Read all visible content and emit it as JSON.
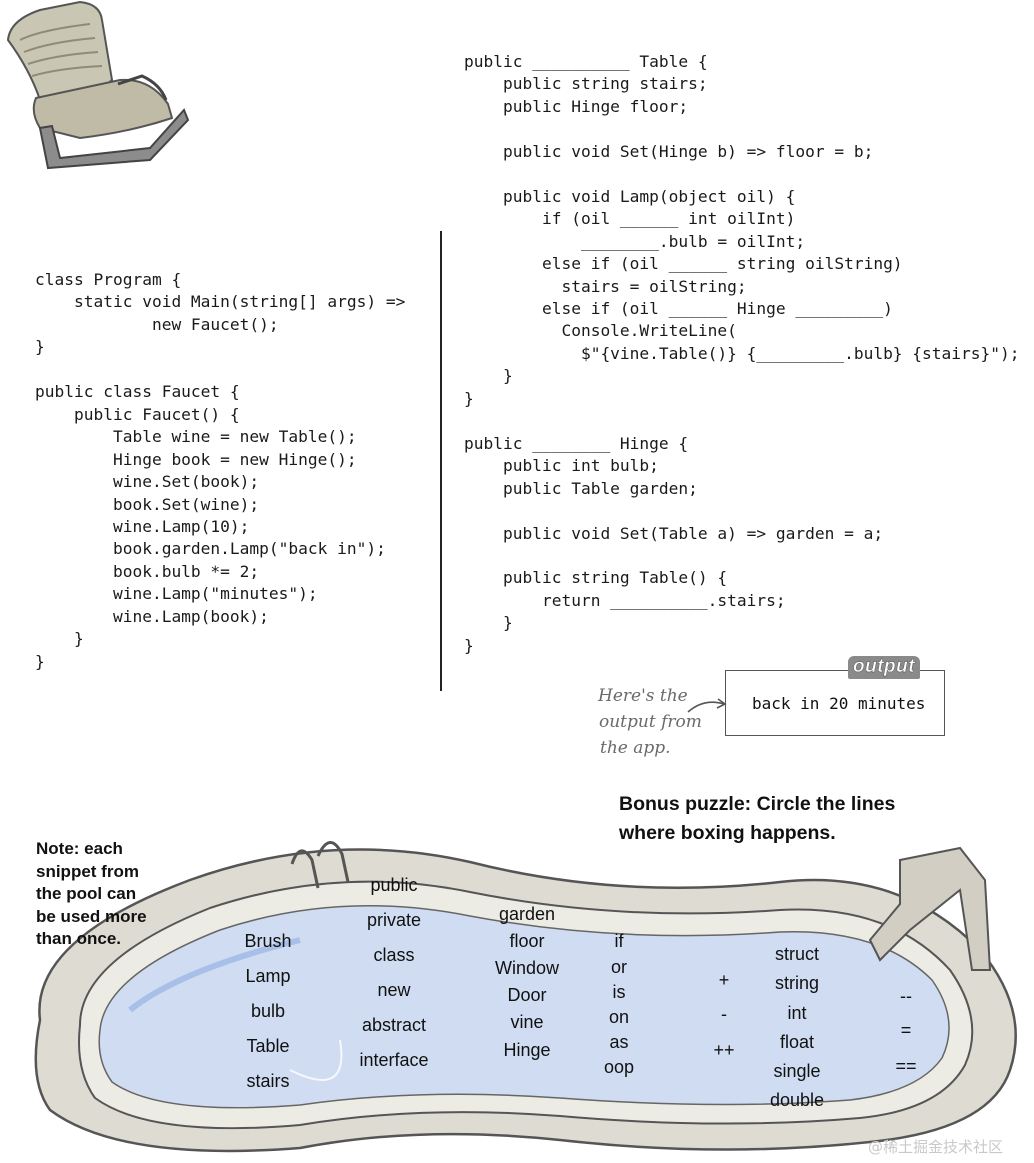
{
  "code_left": [
    "class Program {",
    "    static void Main(string[] args) =>",
    "            new Faucet();",
    "}",
    "",
    "public class Faucet {",
    "    public Faucet() {",
    "        Table wine = new Table();",
    "        Hinge book = new Hinge();",
    "        wine.Set(book);",
    "        book.Set(wine);",
    "        wine.Lamp(10);",
    "        book.garden.Lamp(\"back in\");",
    "        book.bulb *= 2;",
    "        wine.Lamp(\"minutes\");",
    "        wine.Lamp(book);",
    "    }",
    "}"
  ],
  "code_right": [
    "public __________ Table {",
    "    public string stairs;",
    "    public Hinge floor;",
    "",
    "    public void Set(Hinge b) => floor = b;",
    "",
    "    public void Lamp(object oil) {",
    "        if (oil ______ int oilInt)",
    "            ________.bulb = oilInt;",
    "        else if (oil ______ string oilString)",
    "          stairs = oilString;",
    "        else if (oil ______ Hinge _________)",
    "          Console.WriteLine(",
    "            $\"{vine.Table()} {_________.bulb} {stairs}\");",
    "    }",
    "}",
    "",
    "public ________ Hinge {",
    "    public int bulb;",
    "    public Table garden;",
    "",
    "    public void Set(Table a) => garden = a;",
    "",
    "    public string Table() {",
    "        return __________.stairs;",
    "    }",
    "}"
  ],
  "output": {
    "label": "output",
    "text": "back in 20 minutes",
    "note_lines": [
      "Here's the",
      "output from",
      "the app."
    ]
  },
  "bonus": {
    "line1": "Bonus puzzle: Circle the lines",
    "line2": "where boxing happens."
  },
  "pool_note": {
    "lines": [
      "Note: each",
      "snippet from",
      "the pool can",
      "be used more",
      "than once."
    ]
  },
  "pool_words": {
    "col1": [
      "Brush",
      "Lamp",
      "bulb",
      "Table",
      "stairs"
    ],
    "col2": [
      "public",
      "private",
      "class",
      "new",
      "abstract",
      "interface"
    ],
    "col3": [
      "garden",
      "floor",
      "Window",
      "Door",
      "vine",
      "Hinge"
    ],
    "col4": [
      "if",
      "or",
      "is",
      "on",
      "as",
      "oop"
    ],
    "col5": [
      "+",
      "-",
      "++"
    ],
    "col6": [
      "struct",
      "string",
      "int",
      "float",
      "single",
      "double"
    ],
    "col7": [
      "--",
      "=",
      "=="
    ]
  },
  "watermark": "@稀土掘金技术社区",
  "colors": {
    "water": "#cfdcf2",
    "pool_rim": "#dedbd2",
    "pool_outline": "#555555"
  }
}
